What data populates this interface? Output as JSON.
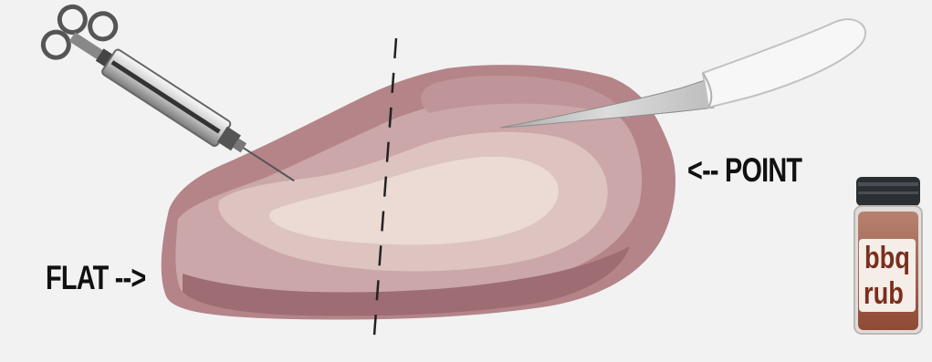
{
  "labels": {
    "flat": "FLAT -->",
    "point": "<-- POINT"
  },
  "jar": {
    "line1": "bbq",
    "line2": "rub"
  },
  "colors": {
    "background": "#f2f2f2",
    "meat_dark": "#b98a8e",
    "meat_mid": "#d4b3b3",
    "meat_light": "#ead8d2",
    "knife_blade": "#c8c8c8",
    "knife_handle": "#f4f4f4",
    "jar_lid": "#2b2f33",
    "jar_rub": "#7a2f1e"
  },
  "icons": {
    "syringe": "injector-syringe-icon",
    "knife": "boning-knife-icon",
    "jar": "spice-jar-icon"
  }
}
